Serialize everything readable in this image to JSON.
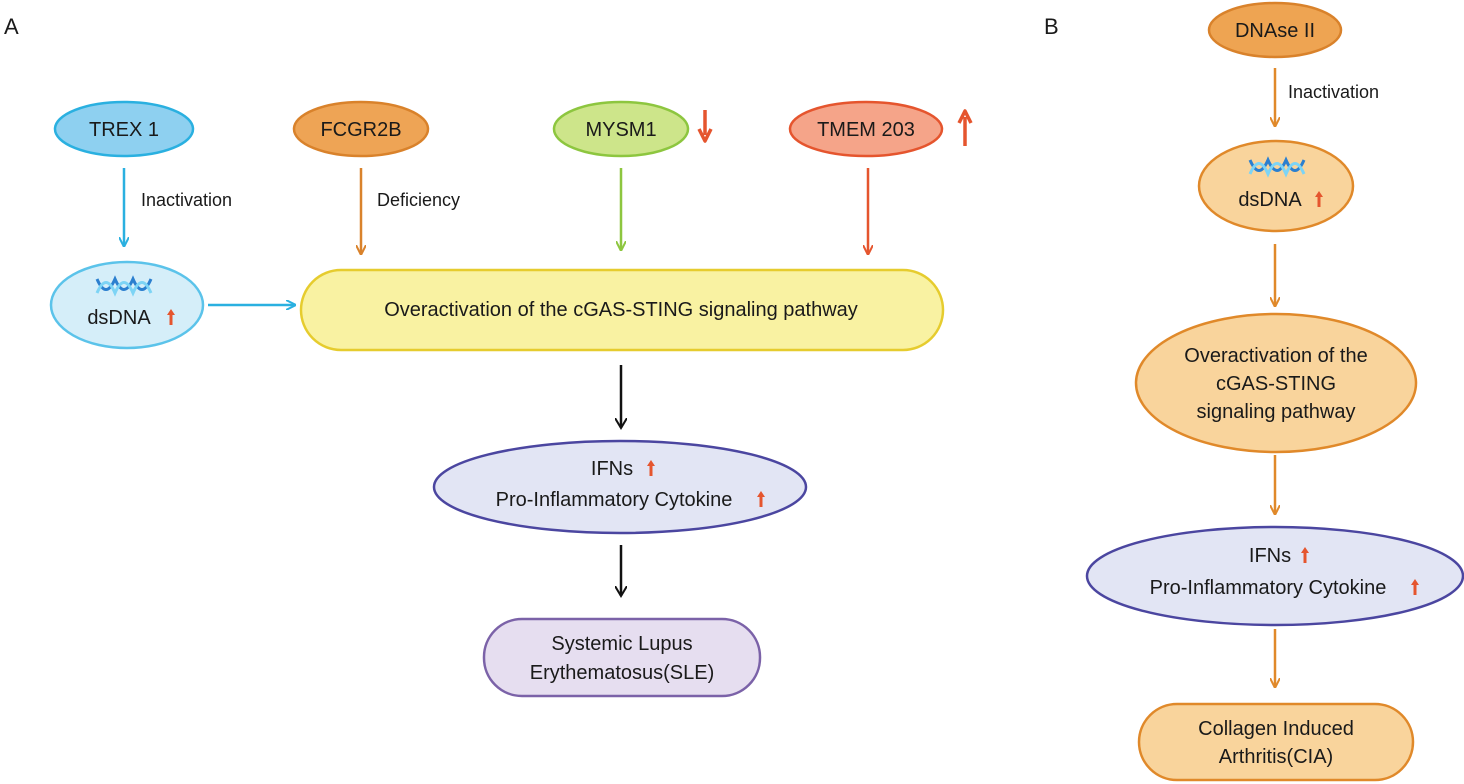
{
  "panels": {
    "a": "A",
    "b": "B"
  },
  "panel_a": {
    "nodes": {
      "trex1": "TREX 1",
      "fcgr2b": "FCGR2B",
      "mysm1": "MYSM1",
      "tmem203": "TMEM 203",
      "dsdna": "dsDNA",
      "pathway": "Overactivation of the cGAS-STING signaling pathway",
      "ifns": "IFNs",
      "cytokine": "Pro-Inflammatory Cytokine",
      "sle_line1": "Systemic Lupus",
      "sle_line2": "Erythematosus(SLE)"
    },
    "edges": {
      "trex1_to_dsdna": "Inactivation",
      "fcgr2b_to_pathway": "Deficiency"
    }
  },
  "panel_b": {
    "nodes": {
      "dnase2": "DNAse II",
      "dsdna": "dsDNA",
      "pathway_line1": "Overactivation of the",
      "pathway_line2": "cGAS-STING",
      "pathway_line3": "signaling pathway",
      "ifns": "IFNs",
      "cytokine": "Pro-Inflammatory Cytokine",
      "cia_line1": "Collagen Induced",
      "cia_line2": "Arthritis(CIA)"
    },
    "edges": {
      "dnase2_to_dsdna": "Inactivation"
    }
  },
  "colors": {
    "trex1_fill": "#8ed0f0",
    "trex1_stroke": "#2ab0e0",
    "fcgr2b_fill": "#eea455",
    "fcgr2b_stroke": "#d9822b",
    "mysm1_fill": "#cde58a",
    "mysm1_stroke": "#8dc63f",
    "tmem203_fill": "#f5a489",
    "tmem203_stroke": "#e5552e",
    "dsdna_fill": "#d5eef9",
    "dsdna_stroke": "#5bc3ea",
    "pathway_fill": "#f9f2a2",
    "pathway_stroke": "#e6cc2e",
    "ifn_fill": "#e2e5f4",
    "ifn_stroke": "#4b46a0",
    "sle_fill": "#e6def0",
    "sle_stroke": "#7b62a8",
    "b_fill": "#f9d49c",
    "b_stroke": "#e0892a",
    "b_top_fill": "#eea452",
    "up_arrow": "#e5552e",
    "black_arrow": "#111111"
  }
}
